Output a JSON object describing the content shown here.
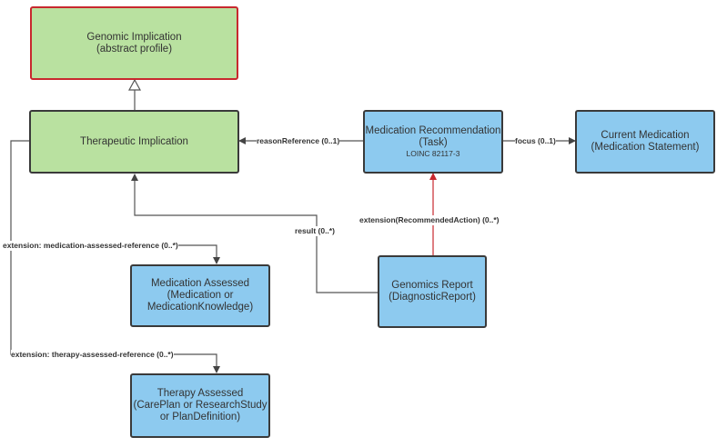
{
  "nodes": {
    "genomic_implication": {
      "line1": "Genomic Implication",
      "line2": "(abstract profile)"
    },
    "therapeutic_implication": {
      "line1": "Therapeutic Implication"
    },
    "medication_recommendation": {
      "line1": "Medication Recommendation",
      "line2": "(Task)",
      "line3": "LOINC 82117-3"
    },
    "current_medication": {
      "line1": "Current Medication",
      "line2": "(Medication Statement)"
    },
    "medication_assessed": {
      "line1": "Medication Assessed",
      "line2": "(Medication  or",
      "line3": "MedicationKnowledge)"
    },
    "genomics_report": {
      "line1": "Genomics Report",
      "line2": "(DiagnosticReport)"
    },
    "therapy_assessed": {
      "line1": "Therapy Assessed",
      "line2": "(CarePlan  or ResearchStudy",
      "line3": "or  PlanDefinition)"
    }
  },
  "edges": {
    "reason_reference": "reasonReference (0..1)",
    "focus": "focus  (0..1)",
    "recommended_action": "extension(RecommendedAction) (0..*)",
    "result": "result (0..*)",
    "medication_assessed_ref": "extension: medication-assessed-reference (0..*)",
    "therapy_assessed_ref": "extension: therapy-assessed-reference (0..*)"
  },
  "colors": {
    "green_fill": "#b9e1a0",
    "blue_fill": "#8dcaef",
    "red_accent": "#c8282e",
    "line": "#555555"
  }
}
